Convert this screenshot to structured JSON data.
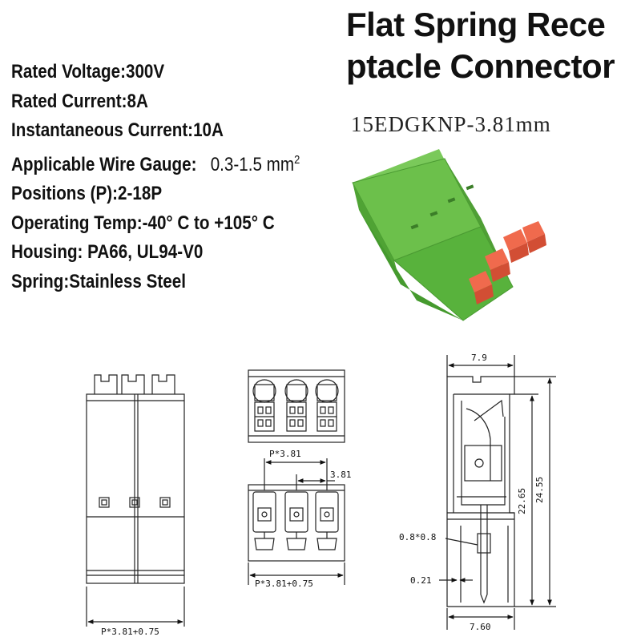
{
  "title": {
    "line1": "Flat Spring Rece",
    "line2": "ptacle Connector"
  },
  "part_number": "15EDGKNP-3.81mm",
  "specs": [
    {
      "label": "Rated Voltage:",
      "value": "300V"
    },
    {
      "label": "Rated Current:",
      "value": "8A"
    },
    {
      "label": "Instantaneous Current:",
      "value": "10A"
    },
    {
      "label": "Applicable Wire Gauge:",
      "value": "   0.3-1.5 mm",
      "sup": "2"
    },
    {
      "label": "Positions (P):",
      "value": "2-18P"
    },
    {
      "label": "Operating Temp:",
      "value": "-40° C to +105° C"
    },
    {
      "label": "Housing: ",
      "value": "PA66, UL94-V0"
    },
    {
      "label": "Spring:",
      "value": "Stainless Steel"
    }
  ],
  "dimensions": {
    "front_width": "P*3.81+0.75",
    "top_pitch": "P*3.81",
    "top_pitch_single": "3.81",
    "top_width": "P*3.81+0.75",
    "side_top_width": "7.9",
    "side_bottom_width": "7.60",
    "height_inner": "22.65",
    "height_outer": "24.55",
    "pin_size": "0.8*0.8",
    "pin_offset": "0.21"
  },
  "colors": {
    "housing": "#5fb83e",
    "release_tab": "#f06a4d",
    "line": "#222222"
  }
}
